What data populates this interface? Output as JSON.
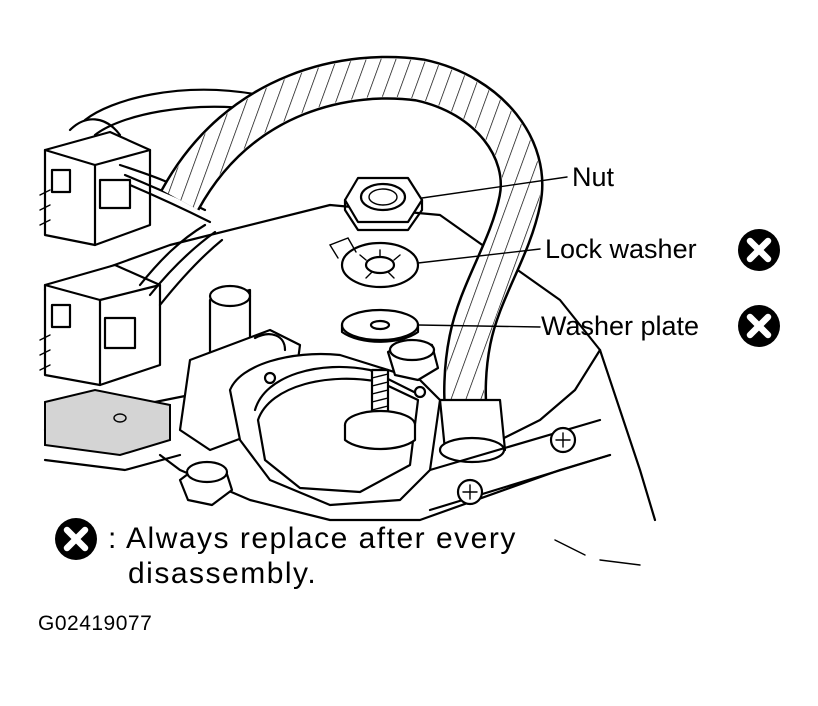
{
  "callouts": {
    "nut": "Nut",
    "lock_washer": "Lock washer",
    "washer_plate": "Washer plate"
  },
  "legend": {
    "line1": ": Always replace after every",
    "line2": "disassembly."
  },
  "figure_id": "G02419077",
  "colors": {
    "ink": "#000000",
    "paper": "#ffffff",
    "shade": "#d4d4d4"
  },
  "icons": {
    "replace_mark": "x-circle-icon"
  }
}
